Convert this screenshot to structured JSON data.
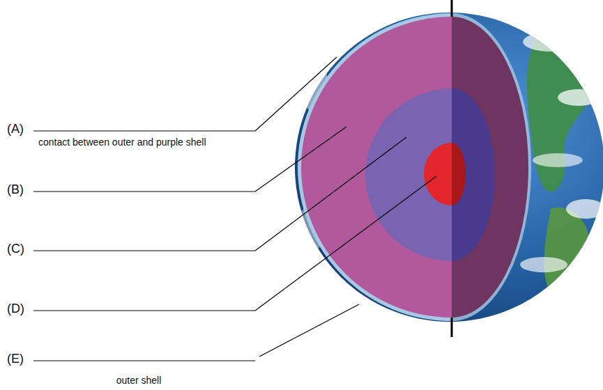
{
  "diagram": {
    "labels": [
      "(A)",
      "contact between outer and purple shell",
      "(B)",
      "(C)",
      "(D)",
      "(E)",
      "outer shell"
    ]
  }
}
